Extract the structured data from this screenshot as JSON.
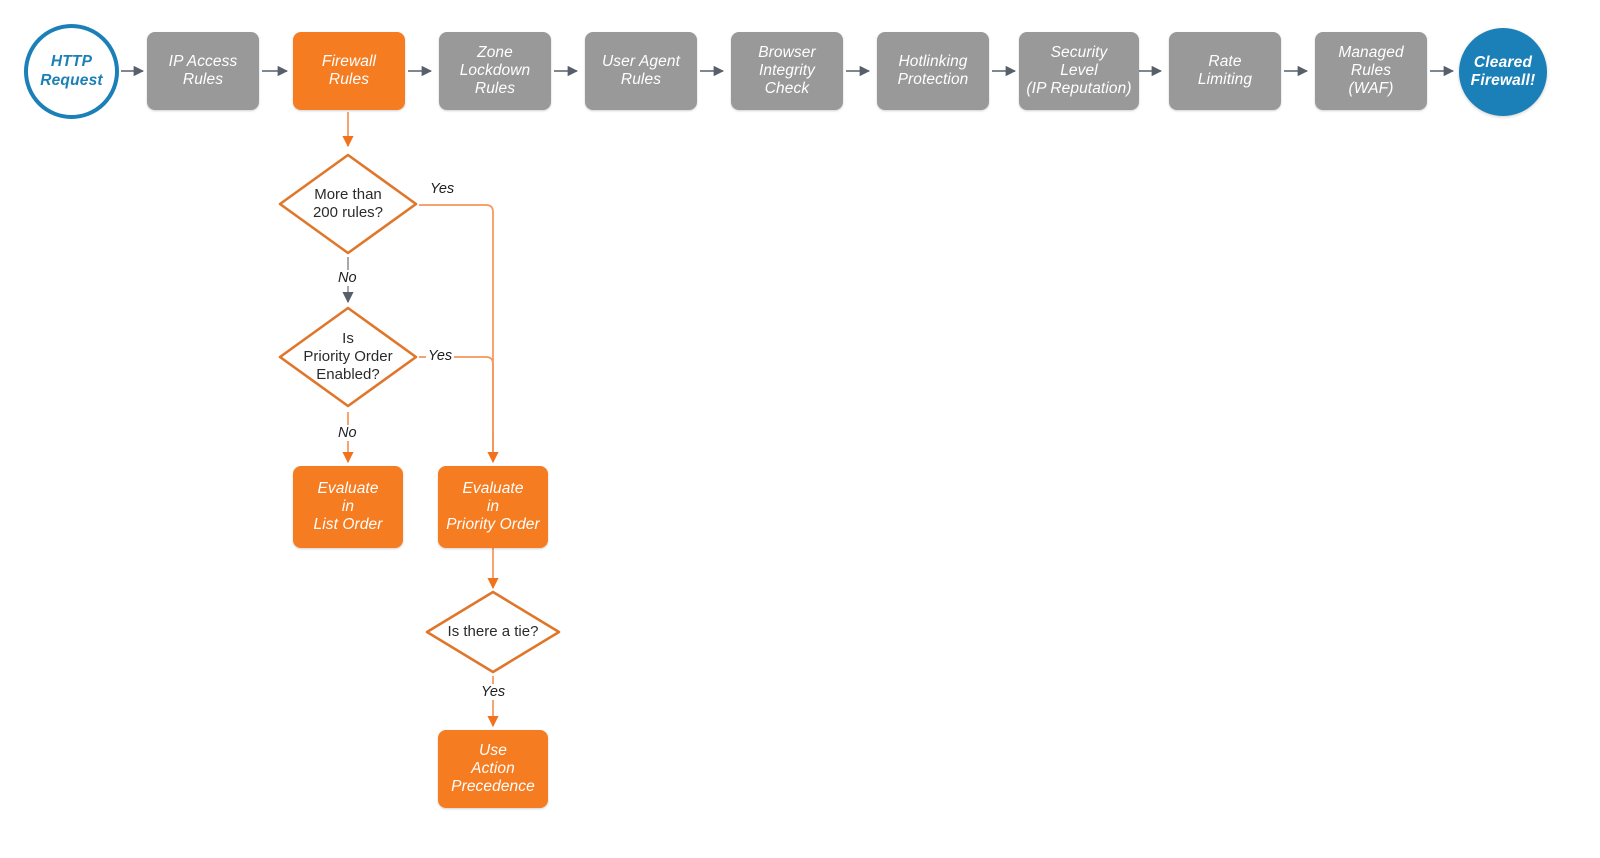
{
  "diagram": {
    "title": "Cloudflare firewall rules evaluation order flowchart",
    "colors": {
      "gray_node": "#999999",
      "orange_node": "#F57C20",
      "blue_accent": "#1B7FB8",
      "orange_edge": "#F5873C",
      "gray_edge": "#57606a",
      "decision_border": "#E0762A",
      "background": "#FFFFFF"
    },
    "pipeline": [
      {
        "id": "http-request",
        "label": "HTTP\nRequest",
        "shape": "circle-outline",
        "color": "#1B7FB8"
      },
      {
        "id": "ip-access-rules",
        "label": "IP Access\nRules",
        "shape": "process",
        "color": "#999999"
      },
      {
        "id": "firewall-rules",
        "label": "Firewall\nRules",
        "shape": "process",
        "color": "#F57C20"
      },
      {
        "id": "zone-lockdown-rules",
        "label": "Zone\nLockdown\nRules",
        "shape": "process",
        "color": "#999999"
      },
      {
        "id": "user-agent-rules",
        "label": "User Agent\nRules",
        "shape": "process",
        "color": "#999999"
      },
      {
        "id": "browser-integrity-check",
        "label": "Browser\nIntegrity\nCheck",
        "shape": "process",
        "color": "#999999"
      },
      {
        "id": "hotlinking-protection",
        "label": "Hotlinking\nProtection",
        "shape": "process",
        "color": "#999999"
      },
      {
        "id": "security-level",
        "label": "Security\nLevel\n(IP Reputation)",
        "shape": "process",
        "color": "#999999"
      },
      {
        "id": "rate-limiting",
        "label": "Rate\nLimiting",
        "shape": "process",
        "color": "#999999"
      },
      {
        "id": "managed-rules-waf",
        "label": "Managed\nRules\n(WAF)",
        "shape": "process",
        "color": "#999999"
      },
      {
        "id": "cleared-firewall",
        "label": "Cleared\nFirewall!",
        "shape": "circle-filled",
        "color": "#1B7FB8"
      }
    ],
    "decisions": [
      {
        "id": "more-than-200-rules",
        "label": "More than\n200 rules?"
      },
      {
        "id": "is-priority-order-enabled",
        "label": "Is\nPriority Order\nEnabled?"
      },
      {
        "id": "is-there-a-tie",
        "label": "Is there a tie?"
      }
    ],
    "outcomes": [
      {
        "id": "evaluate-in-list-order",
        "label": "Evaluate\nin\nList Order"
      },
      {
        "id": "evaluate-in-priority-order",
        "label": "Evaluate\nin\nPriority Order"
      },
      {
        "id": "use-action-precedence",
        "label": "Use\nAction\nPrecedence"
      }
    ],
    "edge_labels": {
      "rules_yes": "Yes",
      "rules_no": "No",
      "priority_yes": "Yes",
      "priority_no": "No",
      "tie_yes": "Yes"
    }
  }
}
